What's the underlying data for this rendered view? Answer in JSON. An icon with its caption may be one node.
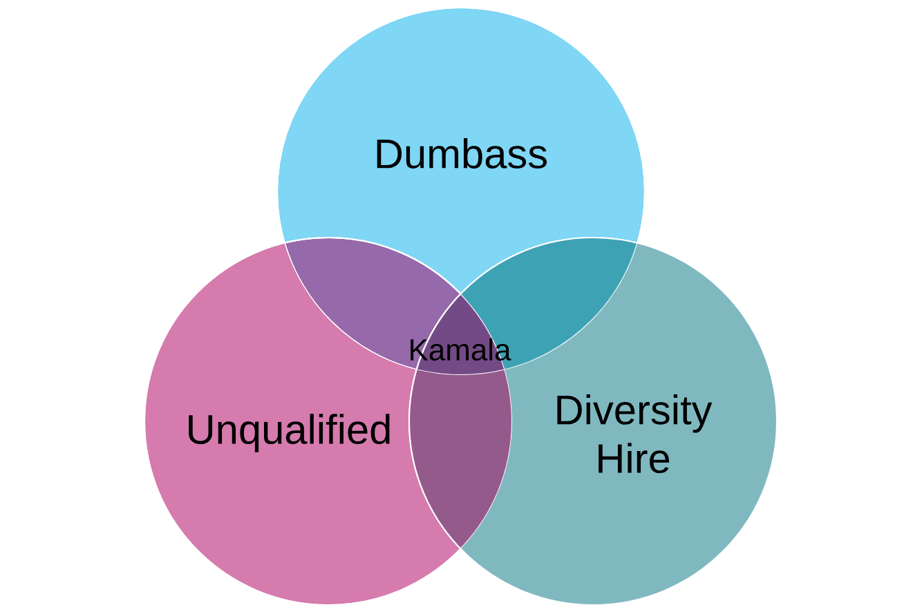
{
  "diagram": {
    "nodes": [
      {
        "text": [
          "Dumbass"
        ]
      },
      {
        "text": [
          "Unqualified"
        ]
      },
      {
        "text": [
          "Diversity Hire"
        ]
      }
    ],
    "labels": [
      "Kamala"
    ]
  }
}
